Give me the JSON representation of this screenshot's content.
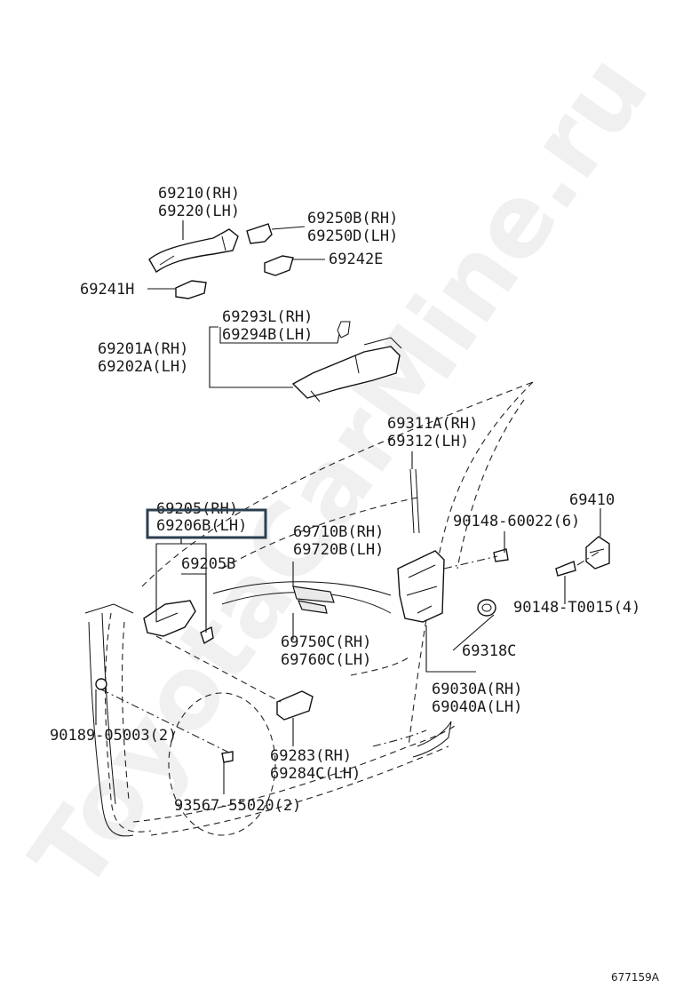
{
  "watermark": "ToyotaCarMine.ru",
  "figure_code": "677159A",
  "parts": {
    "p69210": "69210(RH)",
    "p69220": "69220(LH)",
    "p69250B": "69250B(RH)",
    "p69250D": "69250D(LH)",
    "p69242E": "69242E",
    "p69241H": "69241H",
    "p69293L": "69293L(RH)",
    "p69294B": "69294B(LH)",
    "p69201A": "69201A(RH)",
    "p69202A": "69202A(LH)",
    "p69311A": "69311A(RH)",
    "p69312": "69312(LH)",
    "p69205": "69205(RH)",
    "p69206B": "69206B(LH)",
    "p69205B": "69205B",
    "p69710B": "69710B(RH)",
    "p69720B": "69720B(LH)",
    "p69410": "69410",
    "p90148_60022": "90148-60022(6)",
    "p90148_T0015": "90148-T0015(4)",
    "p69750C": "69750C(RH)",
    "p69760C": "69760C(LH)",
    "p69318C": "69318C",
    "p69030A": "69030A(RH)",
    "p69040A": "69040A(LH)",
    "p90189": "90189-05003(2)",
    "p69283": "69283(RH)",
    "p69284C": "69284C(LH)",
    "p93567": "93567-55020(2)"
  },
  "highlight": {
    "part": "p69206B",
    "color": "#2b3f4f"
  }
}
